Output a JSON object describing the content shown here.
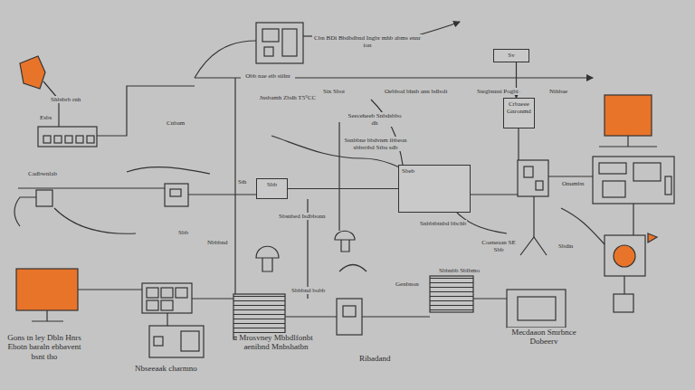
{
  "diagram": {
    "nodes": [
      {
        "text": [
          "Sv"
        ]
      },
      {
        "text": [
          "Crbaeee",
          "Gnronmd"
        ]
      },
      {
        "text": [
          "Sbeb"
        ]
      },
      {
        "text": [
          "Sbb"
        ]
      }
    ],
    "edges": [
      {
        "from": 0,
        "to": 1,
        "arrow": "to"
      },
      {
        "from": 3,
        "to": 2,
        "arrow": "none"
      }
    ],
    "labels": [
      "Cbn BDi Bbdbdbnd Ingbr mhb abms ennr ion",
      "Obb nae eib siilnt",
      "Six Sbot",
      "Oebbod bhnb ann bdbolt",
      "Stegbnnsi Pogbi",
      "Nthbae",
      "Shbtbrb rnh",
      "Esbs",
      "Cnbam",
      "Jnsbamh Zbdh T5°CC",
      "Seeceheeb Snbdsbbo dh",
      "Ssnbbne bbdvnm ibbeon sbbrrtbd Stba sdb",
      "Cadbwnlab",
      "Sth",
      "Onumbn",
      "Sbsnbed Isdbbonn",
      "Snbbtbtnbd bbchb",
      "Sbb",
      "Nbbbnd",
      "Coeneaan SE Sbb",
      "Sbdin",
      "Sbbnbb Sblbmo",
      "Sbbbnd bobb",
      "Genbnon",
      "Gons tn ley Dbln Hnrs Ebotn baraln ebbavent bsnt tho",
      "Nbseeaak charmno",
      "Mrosvney Mbbdlfonbt aenibnd Mnbshatbn",
      "Ribadand",
      "Mecdaaon Smrbnce Dobeerv"
    ]
  }
}
